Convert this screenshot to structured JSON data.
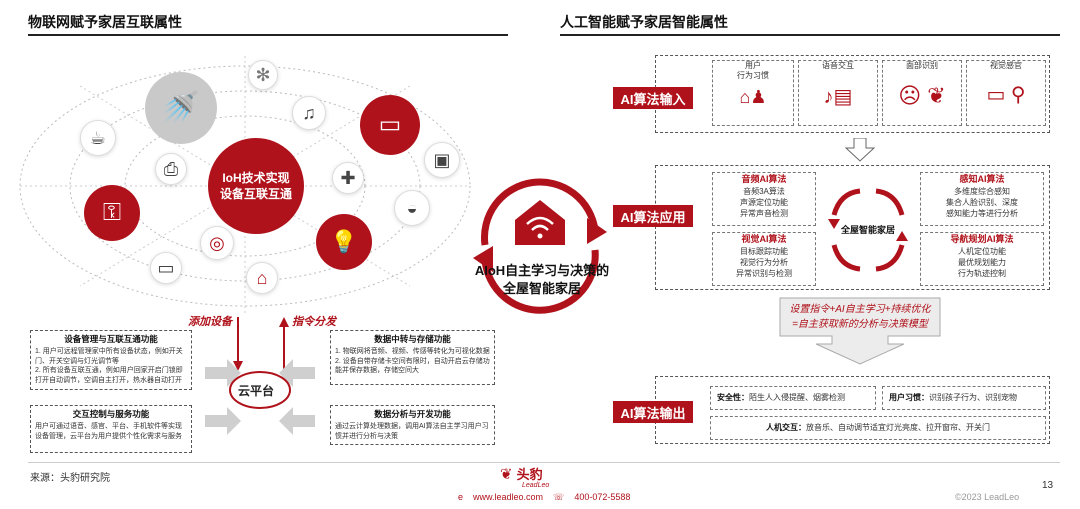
{
  "left": {
    "title": "物联网赋予家居互联属性",
    "center_label": "IoH技术实现\n设备互联互通",
    "add_device": "添加设备",
    "command_dispatch": "指令分发",
    "cloud": "云平台",
    "boxes": {
      "mgmt": {
        "title": "设备管理与互联互通功能",
        "lines": [
          "1. 用户可远程管理家中所有设备状态，例如开关门、开关空调与灯光调节等",
          "2. 所有设备互联互通，例如用户回家开启门锁即打开自动调节，空调自主打开，热水器自动打开"
        ]
      },
      "data": {
        "title": "数据中转与存储功能",
        "lines": [
          "1. 物联网将音频、视频、传感等转化为可视化数据",
          "2. 设备自带存储卡空间有限时，自动开启云存储功能并保存数据，存储空间大"
        ]
      },
      "interact": {
        "title": "交互控制与服务功能",
        "lines": [
          "用户可通过语音、感官、平台、手机软件等实现设备管理，云平台为用户提供个性化需求与服务"
        ]
      },
      "analysis": {
        "title": "数据分析与开发功能",
        "lines": [
          "通过云计算处理数据，调用AI算法自主学习用户习惯并进行分析与决策"
        ]
      }
    }
  },
  "middle": {
    "label": "AIoH自主学习与决策的\n全屋智能家居"
  },
  "right": {
    "title": "人工智能赋予家居智能属性",
    "input_tag": "AI算法输入",
    "apply_tag": "AI算法应用",
    "output_tag": "AI算法输出",
    "inputs": [
      "用户\n行为习惯",
      "语音交互",
      "面部识别",
      "视觉感官"
    ],
    "algos": {
      "audio": {
        "title": "音频AI算法",
        "lines": [
          "音频3A算法",
          "声源定位功能",
          "异常声音检测"
        ]
      },
      "perception": {
        "title": "感知AI算法",
        "lines": [
          "多维度综合感知",
          "集合人脸识别、深度",
          "感知能力等进行分析"
        ]
      },
      "vision": {
        "title": "视觉AI算法",
        "lines": [
          "目标跟踪功能",
          "视觉行为分析",
          "异常识别与检测"
        ]
      },
      "navigation": {
        "title": "导航规划AI算法",
        "lines": [
          "人机定位功能",
          "最优规划能力",
          "行为轨迹控制"
        ]
      }
    },
    "center": "全屋智能家居",
    "process_text": "设置指令+AI自主学习+持续优化\n=自主获取新的分析与决策模型",
    "outputs": {
      "security_label": "安全性：",
      "security_text": "陌生人入侵提醒、烟雾检测",
      "habit_label": "用户习惯：",
      "habit_text": "识别孩子行为、识别宠物",
      "hci_label": "人机交互：",
      "hci_text": "放音乐、自动调节适宜灯光亮度、拉开窗帘、开关门"
    }
  },
  "footer": {
    "source": "来源：头豹研究院",
    "brand": "头豹",
    "brand_en": "LeadLeo",
    "website": "www.leadleo.com",
    "phone": "400-072-5588",
    "page": "13",
    "copyright": "©2023 LeadLeo"
  },
  "colors": {
    "accent": "#b0121b",
    "gray": "#c9c9c9"
  }
}
